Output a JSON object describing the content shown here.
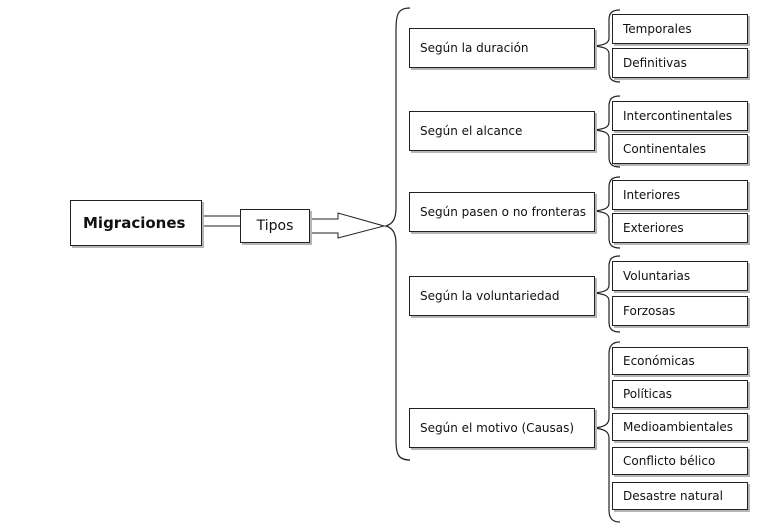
{
  "root": {
    "label": "Migraciones"
  },
  "connector": {
    "label": "Tipos"
  },
  "groups": [
    {
      "label": "Según la duración",
      "items": [
        "Temporales",
        "Definitivas"
      ]
    },
    {
      "label": "Según el alcance",
      "items": [
        "Intercontinentales",
        "Continentales"
      ]
    },
    {
      "label": "Según pasen o no fronteras",
      "items": [
        "Interiores",
        "Exteriores"
      ]
    },
    {
      "label": "Según la voluntariedad",
      "items": [
        "Voluntarias",
        "Forzosas"
      ]
    },
    {
      "label": "Según el motivo (Causas)",
      "items": [
        "Económicas",
        "Políticas",
        "Medioambientales",
        "Conflicto bélico",
        "Desastre natural"
      ]
    }
  ]
}
